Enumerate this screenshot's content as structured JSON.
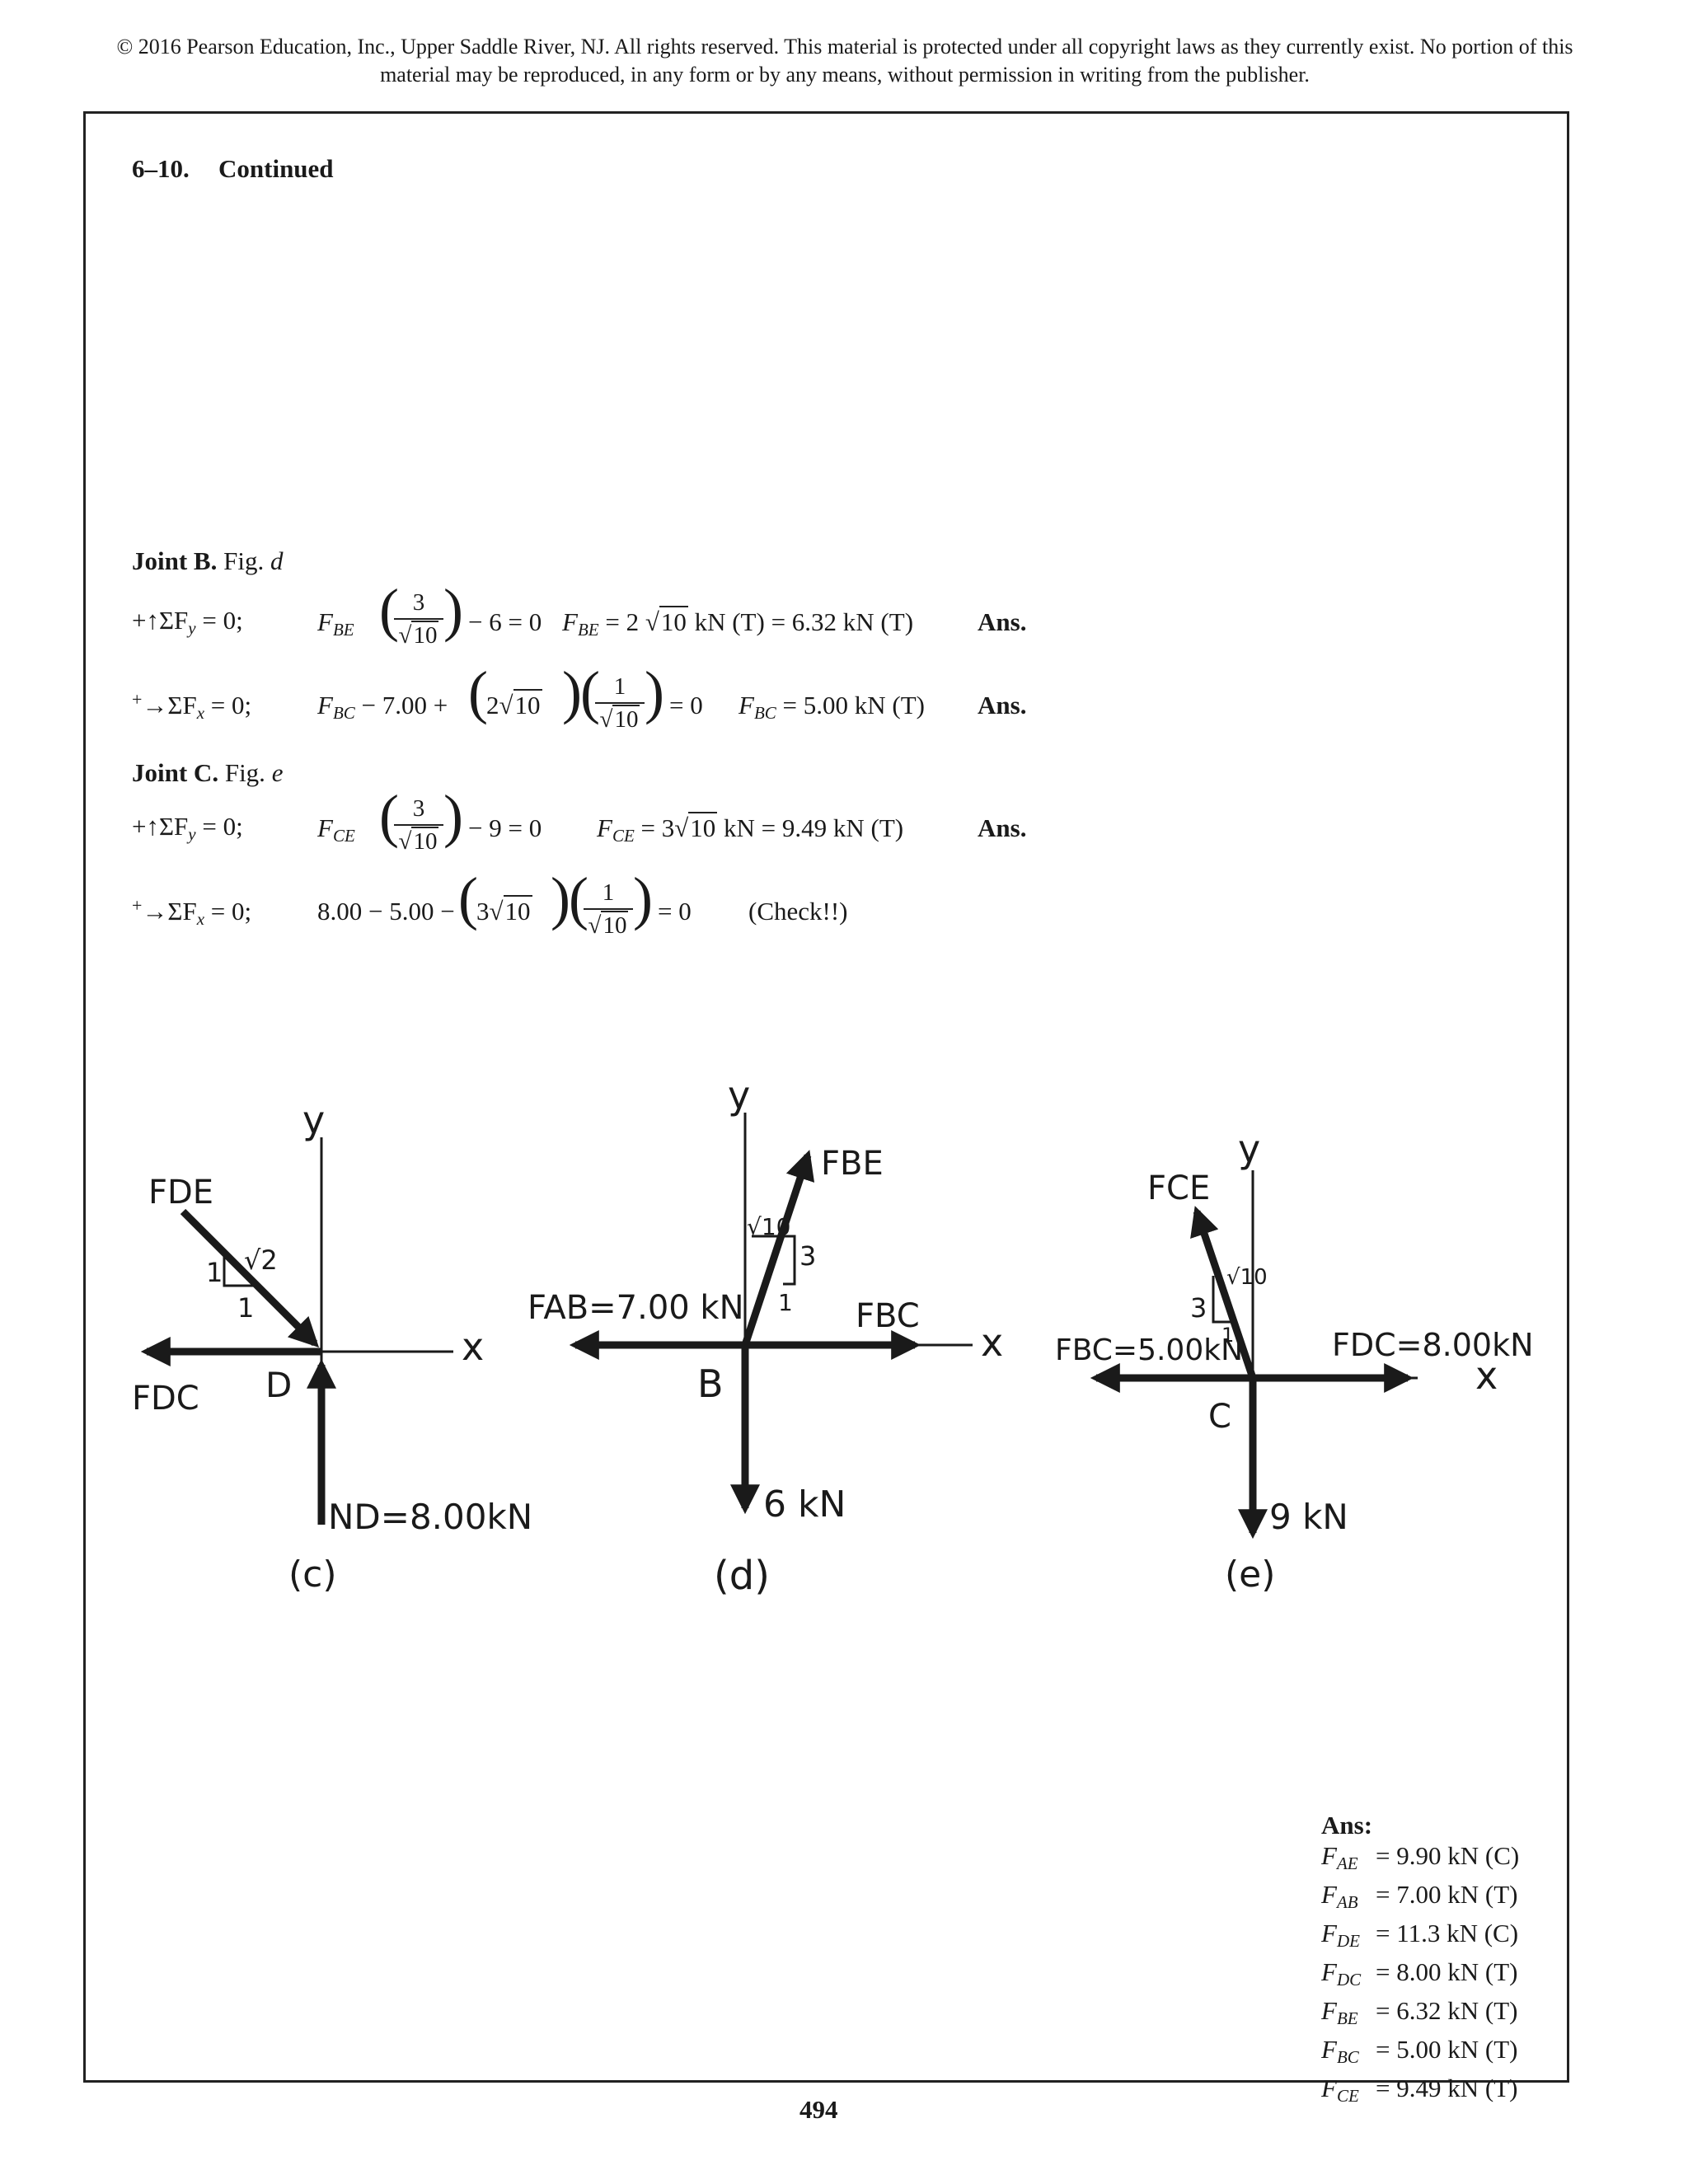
{
  "copyright": "© 2016 Pearson Education, Inc., Upper Saddle River, NJ. All rights reserved. This material is protected under all copyright laws as they currently exist. No portion of this material may be reproduced, in any form or by any means, without permission in writing from the publisher.",
  "problem": {
    "number": "6–10.",
    "label": "Continued"
  },
  "joint_b": {
    "heading_bold": "Joint B.",
    "heading_fig": "Fig.",
    "heading_ref": "d",
    "eq1": {
      "cond": "+↑ΣF",
      "cond_sub": "y",
      "cond_end": "= 0;",
      "force": "F",
      "force_sub": "BE",
      "frac_num": "3",
      "frac_den": "10",
      "rest": "− 6 = 0",
      "result_force": "F",
      "result_sub": "BE",
      "result_a": "= 2",
      "result_root": "10",
      "result_b": "kN (T) = 6.32 kN (T)",
      "ans": "Ans."
    },
    "eq2": {
      "cond": "⃗ΣF",
      "cond_prefix": "+",
      "cond_sub": "x",
      "cond_end": "= 0;",
      "force": "F",
      "force_sub": "BC",
      "mid": "− 7.00 +",
      "coef": "2",
      "coef_root": "10",
      "frac_num": "1",
      "frac_den": "10",
      "rest": "= 0",
      "result_force": "F",
      "result_sub": "BC",
      "result": "= 5.00 kN (T)",
      "ans": "Ans."
    }
  },
  "joint_c": {
    "heading_bold": "Joint C.",
    "heading_fig": "Fig.",
    "heading_ref": "e",
    "eq1": {
      "cond": "+↑ΣF",
      "cond_sub": "y",
      "cond_end": "= 0;",
      "force": "F",
      "force_sub": "CE",
      "frac_num": "3",
      "frac_den": "10",
      "rest": "− 9 = 0",
      "result_force": "F",
      "result_sub": "CE",
      "result_a": "= 3",
      "result_root": "10",
      "result_b": "kN = 9.49 kN (T)",
      "ans": "Ans."
    },
    "eq2": {
      "cond": "⃗ΣF",
      "cond_prefix": "+",
      "cond_sub": "x",
      "cond_end": "= 0;",
      "lead": "8.00 − 5.00 −",
      "coef": "3",
      "coef_root": "10",
      "frac_num": "1",
      "frac_den": "10",
      "rest": "= 0",
      "check": "(Check!!)"
    }
  },
  "figures": {
    "c": {
      "caption": "(c)",
      "axis_y": "y",
      "axis_x": "x",
      "joint": "D",
      "f_de": "FDE",
      "f_dc": "FDC",
      "slope_h": "1",
      "slope_v": "1",
      "slope_hyp": "√2",
      "reaction": "ND=8.00kN"
    },
    "d": {
      "caption": "(d)",
      "axis_y": "y",
      "axis_x": "x",
      "joint": "B",
      "f_be": "FBE",
      "f_ab": "FAB=7.00 kN",
      "f_bc": "FBC",
      "slope_h": "1",
      "slope_v": "3",
      "slope_hyp": "√10",
      "load": "6 kN"
    },
    "e": {
      "caption": "(e)",
      "axis_y": "y",
      "axis_x": "x",
      "joint": "C",
      "f_ce": "FCE",
      "f_bc": "FBC=5.00kN",
      "f_dc": "FDC=8.00kN",
      "slope_h": "1",
      "slope_v": "3",
      "slope_hyp": "√10",
      "load": "9 kN"
    }
  },
  "answers": {
    "title": "Ans:",
    "rows": [
      {
        "f": "F",
        "sub": "AE",
        "val": "= 9.90 kN (C)"
      },
      {
        "f": "F",
        "sub": "AB",
        "val": "= 7.00 kN (T)"
      },
      {
        "f": "F",
        "sub": "DE",
        "val": "= 11.3 kN (C)"
      },
      {
        "f": "F",
        "sub": "DC",
        "val": "= 8.00 kN (T)"
      },
      {
        "f": "F",
        "sub": "BE",
        "val": "= 6.32 kN (T)"
      },
      {
        "f": "F",
        "sub": "BC",
        "val": "= 5.00 kN (T)"
      },
      {
        "f": "F",
        "sub": "CE",
        "val": "= 9.49 kN (T)"
      }
    ]
  },
  "page_number": "494"
}
